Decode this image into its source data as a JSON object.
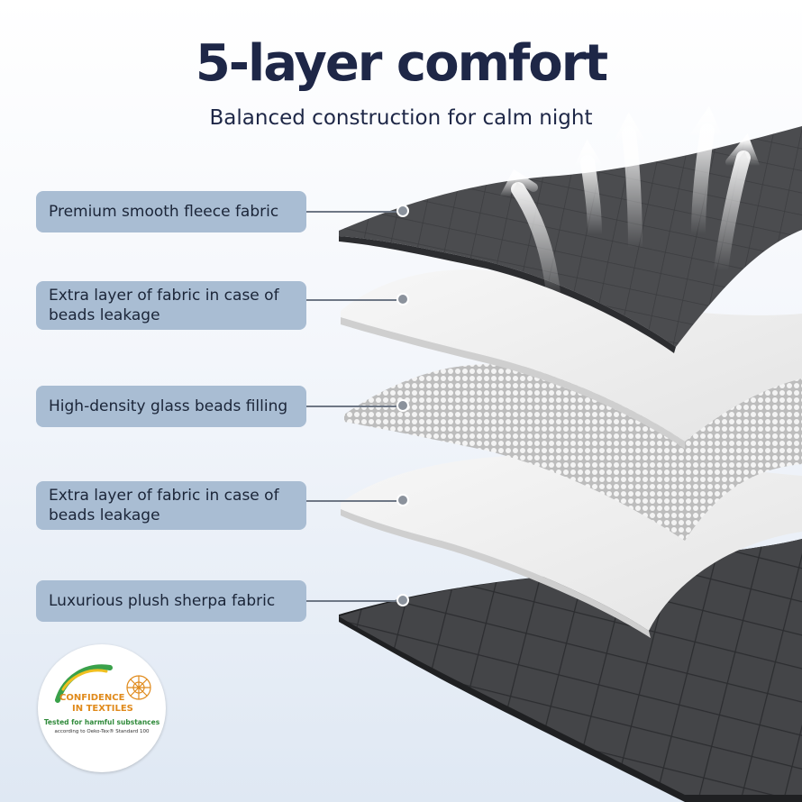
{
  "header": {
    "title": "5-layer comfort",
    "subtitle": "Balanced construction for calm night"
  },
  "layers": [
    {
      "label": "Premium smooth fleece fabric",
      "color": "#4b4c4f"
    },
    {
      "label": "Extra layer of fabric in case of beads leakage",
      "color": "#efefef"
    },
    {
      "label": "High-density glass beads filling",
      "color": "#d7d7d7"
    },
    {
      "label": "Extra layer of fabric in case of beads leakage",
      "color": "#efefef"
    },
    {
      "label": "Luxurious plush sherpa fabric",
      "color": "#3e3f42"
    }
  ],
  "badge": {
    "line1": "CONFIDENCE",
    "line2": "IN TEXTILES",
    "tested": "Tested for harmful substances",
    "standard": "according to Oeko-Tex® Standard 100"
  },
  "colors": {
    "title": "#1e2747",
    "label_bg": "#a9bdd3",
    "badge_orange": "#e08a1b",
    "badge_green": "#2f8a3a"
  },
  "icons": [
    "airflow-arrow-icon",
    "badge-leaf-arc-icon",
    "badge-globe-icon"
  ]
}
